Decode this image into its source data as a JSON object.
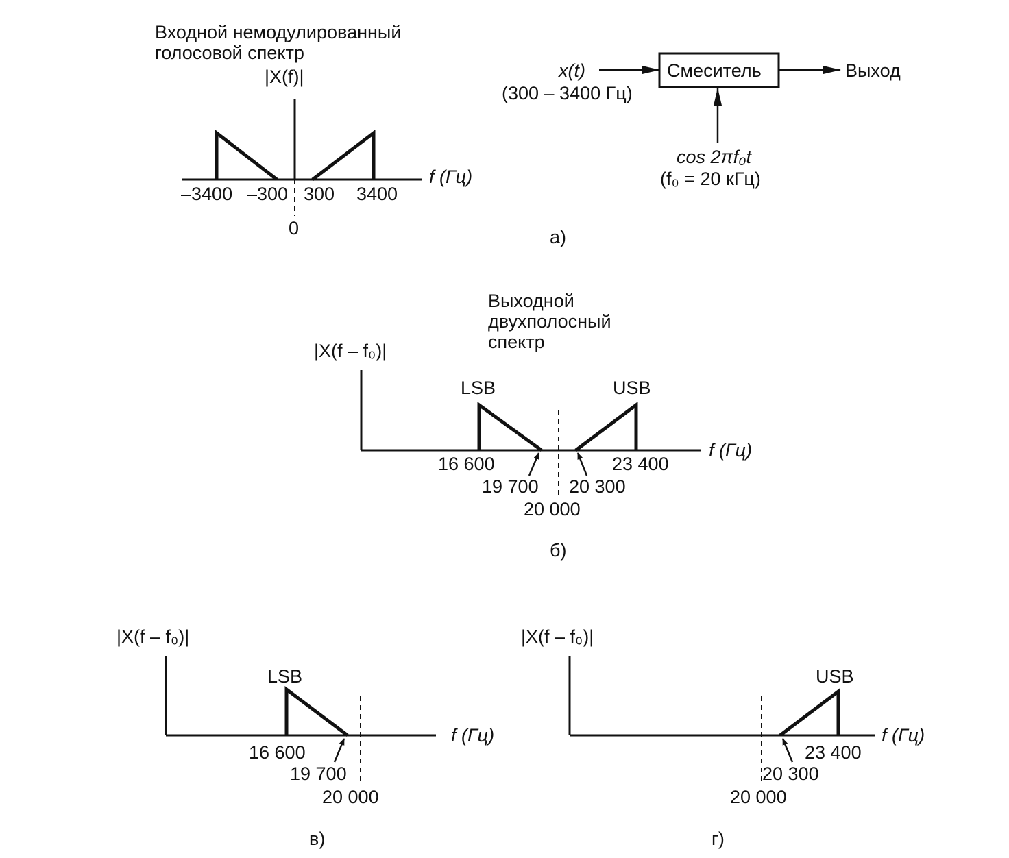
{
  "panel_a": {
    "title_line1": "Входной немодулированный",
    "title_line2": "голосовой спектр",
    "ylabel": "|X(f)|",
    "xlabel": "f (Гц)",
    "ticks": [
      "–3400",
      "–300",
      "300",
      "3400"
    ],
    "zero": "0",
    "caption": "а)"
  },
  "block": {
    "input_label": "x(t)",
    "input_range": "(300 – 3400 Гц)",
    "mixer": "Смеситель",
    "output": "Выход",
    "lo_label": "cos 2πf₀t",
    "lo_value": "(f₀ = 20 кГц)"
  },
  "panel_b": {
    "title_line1": "Выходной",
    "title_line2": "двухполосный",
    "title_line3": "спектр",
    "ylabel": "|X(f – f₀)|",
    "xlabel": "f (Гц)",
    "lsb": "LSB",
    "usb": "USB",
    "ticks": [
      "16 600",
      "19 700",
      "20 000",
      "20 300",
      "23 400"
    ],
    "caption": "б)"
  },
  "panel_v": {
    "ylabel": "|X(f – f₀)|",
    "xlabel": "f (Гц)",
    "lsb": "LSB",
    "ticks": [
      "16 600",
      "19 700",
      "20 000"
    ],
    "caption": "в)"
  },
  "panel_g": {
    "ylabel": "|X(f – f₀)|",
    "xlabel": "f (Гц)",
    "usb": "USB",
    "ticks": [
      "20 300",
      "20 000",
      "23 400"
    ],
    "caption": "г)"
  }
}
